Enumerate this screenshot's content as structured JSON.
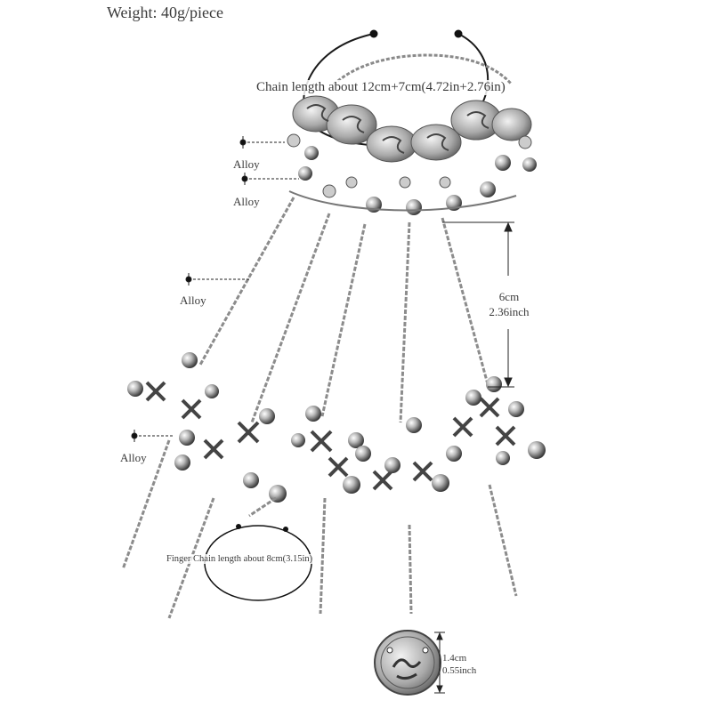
{
  "weight_label": "Weight: 40g/piece",
  "chain_length_label": "Chain length about 12cm+7cm(4.72in+2.76in)",
  "alloy_labels": [
    "Alloy",
    "Alloy",
    "Alloy",
    "Alloy"
  ],
  "finger_dimension": {
    "line1": "6cm",
    "line2": "2.36inch"
  },
  "finger_chain_label": "Finger Chain length about 8cm(3.15in)",
  "coin_dimension": {
    "line1": "1.4cm",
    "line2": "0.55inch"
  },
  "colors": {
    "background": "#ffffff",
    "silver": "#9a9a9a",
    "dark_silver": "#555555",
    "annotation": "#222222"
  }
}
